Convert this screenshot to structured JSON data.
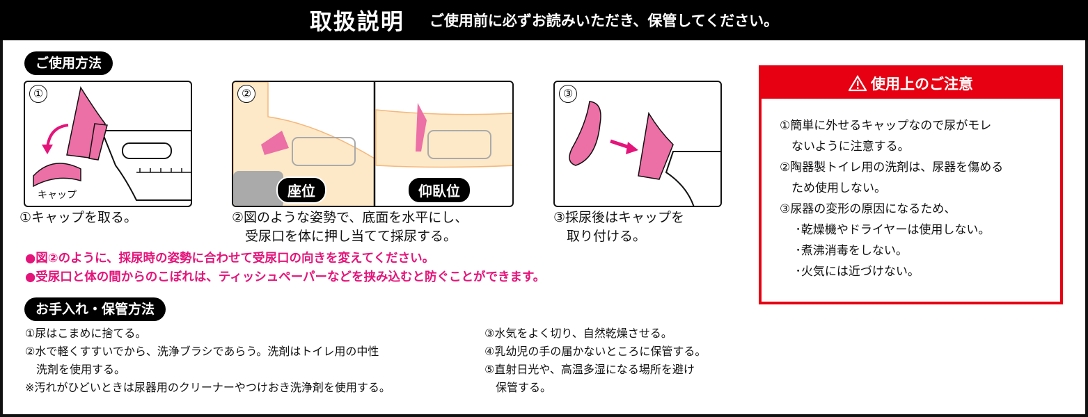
{
  "header": {
    "title": "取扱説明",
    "subtitle": "ご使用前に必ずお読みいただき、保管してください。"
  },
  "usage": {
    "label": "ご使用方法",
    "steps": [
      {
        "num": "①",
        "image_label": "キャップ",
        "caption": "①キャップを取る。"
      },
      {
        "num": "②",
        "tags": [
          "座位",
          "仰臥位"
        ],
        "caption": "②図のような姿勢で、底面を水平にし、\n　受尿口を体に押し当てて採尿する。"
      },
      {
        "num": "③",
        "caption": "③採尿後はキャップを\n　取り付ける。"
      }
    ],
    "notes": [
      "●図②のように、採尿時の姿勢に合わせて受尿口の向きを変えてください。",
      "●受尿口と体の間からのこぼれは、ティッシュペーパーなどを挟み込むと防ぐことができます。"
    ]
  },
  "care": {
    "label": "お手入れ・保管方法",
    "left": "①尿はこまめに捨てる。\n②水で軽くすすいでから、洗浄ブラシであらう。洗剤はトイレ用の中性\n　洗剤を使用する。\n※汚れがひどいときは尿器用のクリーナーやつけおき洗浄剤を使用する。",
    "right": "③水気をよく切り、自然乾燥させる。\n④乳幼児の手の届かないところに保管する。\n⑤直射日光や、高温多湿になる場所を避け\n　保管する。"
  },
  "caution": {
    "icon": "warning-icon",
    "title": "使用上のご注意",
    "body": "①簡単に外せるキャップなので尿がモレ\n　ないように注意する。\n②陶器製トイレ用の洗剤は、尿器を傷める\n　ため使用しない。\n③尿器の変形の原因になるため、\n　 ･乾燥機やドライヤーは使用しない。\n　 ･煮沸消毒をしない。\n　 ･火気には近づけない。"
  },
  "colors": {
    "pink": "#e4147a",
    "red": "#e60012",
    "skin": "#fde9c8"
  }
}
